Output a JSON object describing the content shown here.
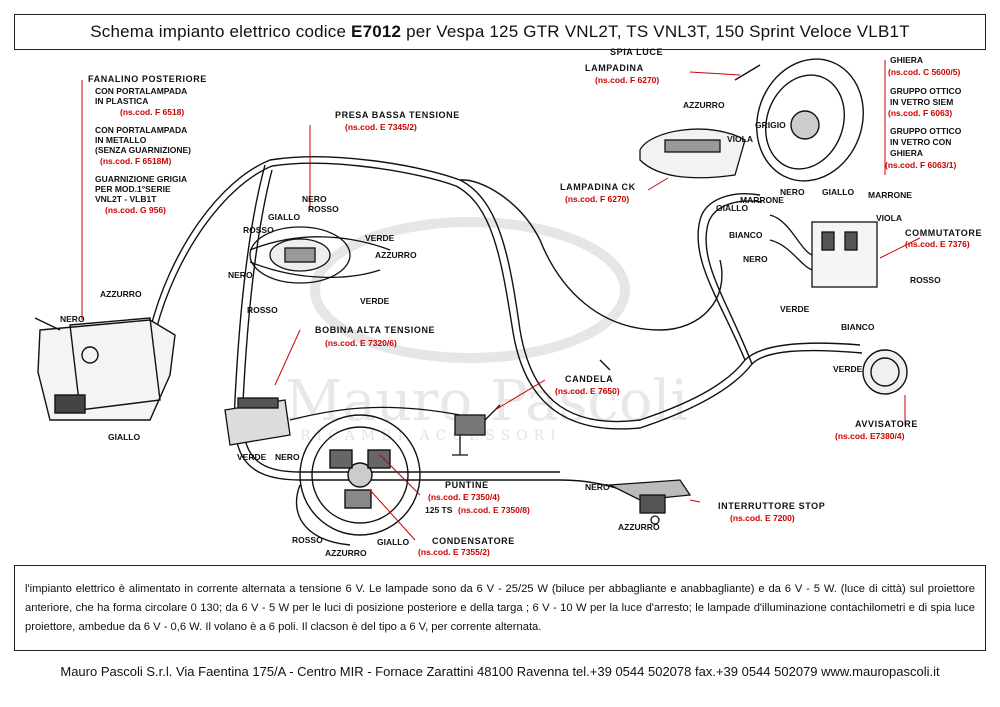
{
  "title": {
    "prefix": "Schema impianto elettrico codice ",
    "code": "E7012",
    "suffix": " per Vespa 125 GTR VNL2T, TS VNL3T, 150 Sprint Veloce VLB1T"
  },
  "watermark": {
    "brand": "Mauro Pascoli",
    "tagline": "RICAMBI ACCESSORI"
  },
  "components": {
    "fanalino": {
      "title": "FANALINO POSTERIORE",
      "l1": "CON PORTALAMPADA",
      "l2": "IN PLASTICA",
      "c1": "(ns.cod. F 6518)",
      "l3": "CON PORTALAMPADA",
      "l4": "IN METALLO",
      "l5": "(SENZA GUARNIZIONE)",
      "c2": "(ns.cod. F 6518M)",
      "l6": "GUARNIZIONE GRIGIA",
      "l7": "PER MOD.1°SERIE",
      "l8": "VNL2T - VLB1T",
      "c3": "(ns.cod. G 956)"
    },
    "presa": {
      "title": "PRESA BASSA TENSIONE",
      "code": "(ns.cod. E 7345/2)"
    },
    "bobina": {
      "title": "BOBINA ALTA TENSIONE",
      "code": "(ns.cod. E 7320/6)"
    },
    "candela": {
      "title": "CANDELA",
      "code": "(ns.cod. E 7650)"
    },
    "puntine": {
      "title": "PUNTINE",
      "code": "(ns.cod. E 7350/4)",
      "ts_label": "125 TS",
      "ts_code": "(ns.cod. E 7350/8)"
    },
    "condensatore": {
      "title": "CONDENSATORE",
      "code": "(ns.cod. E 7355/2)"
    },
    "spia": {
      "title": "SPIA LUCE",
      "sub": "LAMPADINA",
      "code": "(ns.cod. F 6270)"
    },
    "lampadina_ck": {
      "title": "LAMPADINA CK",
      "code": "(ns.cod. F 6270)"
    },
    "ghiera": {
      "title": "GHIERA",
      "code": "(ns.cod. C 5600/5)"
    },
    "gruppo1": {
      "l1": "GRUPPO OTTICO",
      "l2": "IN VETRO SIEM",
      "code": "(ns.cod. F 6063)"
    },
    "gruppo2": {
      "l1": "GRUPPO OTTICO",
      "l2": "IN VETRO CON",
      "l3": "GHIERA",
      "code": "(ns.cod. F 6063/1)"
    },
    "commutatore": {
      "title": "COMMUTATORE",
      "code": "(ns.cod. E 7376)"
    },
    "avvisatore": {
      "title": "AVVISATORE",
      "code": "(ns.cod. E7380/4)"
    },
    "stop": {
      "title": "INTERRUTTORE STOP",
      "code": "(ns.cod. E 7200)"
    }
  },
  "wires": {
    "azzurro": "AZZURRO",
    "nero": "NERO",
    "giallo": "GIALLO",
    "rosso": "ROSSO",
    "verde": "VERDE",
    "grigio": "GRIGIO",
    "viola": "VIOLA",
    "marrone": "MARRONE",
    "bianco": "BIANCO"
  },
  "notes": "l'impianto elettrico è alimentato in corrente alternata a tensione 6 V. Le lampade sono da 6 V - 25/25 W (biluce per abbagliante e anabbagliante) e da 6 V - 5 W. (luce di città) sul proiettore anteriore, che ha forma circolare 0 130; da 6 V - 5 W per le luci di posizione posteriore e della targa ; 6 V - 10 W per la luce d'arresto; le lampade d'illuminazione contachilometri e di spia luce proiettore, ambedue da 6 V - 0,6 W. Il volano è a 6 poli. Il clacson è del tipo a 6 V, per corrente alternata.",
  "footer": "Mauro Pascoli S.r.l. Via Faentina 175/A - Centro MIR - Fornace Zarattini 48100 Ravenna tel.+39 0544 502078 fax.+39 0544 502079 www.mauropascoli.it",
  "colors": {
    "accent_red": "#c00000",
    "line": "#111111"
  }
}
